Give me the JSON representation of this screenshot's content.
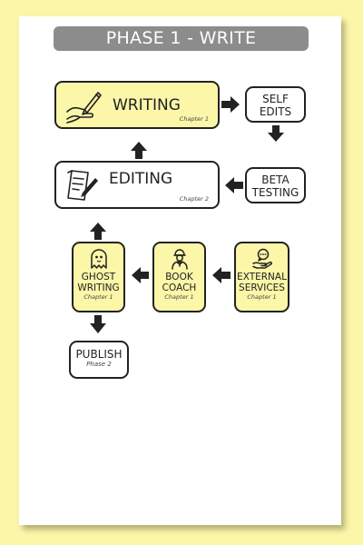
{
  "title": "PHASE 1 - WRITE",
  "nodes": {
    "writing": {
      "label": "WRITING",
      "sub": "Chapter 1",
      "fill": "yellow",
      "icon": "hand-writing-icon"
    },
    "editing": {
      "label": "EDITING",
      "sub": "Chapter 2",
      "fill": "white",
      "icon": "document-edit-icon"
    },
    "self_edits": {
      "line1": "SELF",
      "line2": "EDITS",
      "fill": "white"
    },
    "beta_testing": {
      "line1": "BETA",
      "line2": "TESTING",
      "fill": "white"
    },
    "ghost_writing": {
      "line1": "GHOST",
      "line2": "WRITING",
      "sub": "Chapter 1",
      "fill": "yellow",
      "icon": "ghost-icon"
    },
    "book_coach": {
      "line1": "BOOK",
      "line2": "COACH",
      "sub": "Chapter 1",
      "fill": "yellow",
      "icon": "coach-person-icon"
    },
    "external_services": {
      "line1": "EXTERNAL",
      "line2": "SERVICES",
      "sub": "Chapter 1",
      "fill": "yellow",
      "icon": "speech-hand-icon"
    },
    "publish": {
      "label": "PUBLISH",
      "sub": "Phase 2",
      "fill": "white"
    }
  },
  "edges": [
    {
      "from": "writing",
      "to": "self_edits"
    },
    {
      "from": "self_edits",
      "to": "beta_testing"
    },
    {
      "from": "beta_testing",
      "to": "editing"
    },
    {
      "from": "editing",
      "to": "writing"
    },
    {
      "from": "external_services",
      "to": "book_coach"
    },
    {
      "from": "book_coach",
      "to": "ghost_writing"
    },
    {
      "from": "ghost_writing",
      "to": "editing"
    },
    {
      "from": "ghost_writing",
      "to": "publish"
    }
  ],
  "colors": {
    "background": "#fbf6a8",
    "node_yellow": "#fbf6a8",
    "title_bar": "#8c8c8c",
    "stroke": "#222222"
  }
}
